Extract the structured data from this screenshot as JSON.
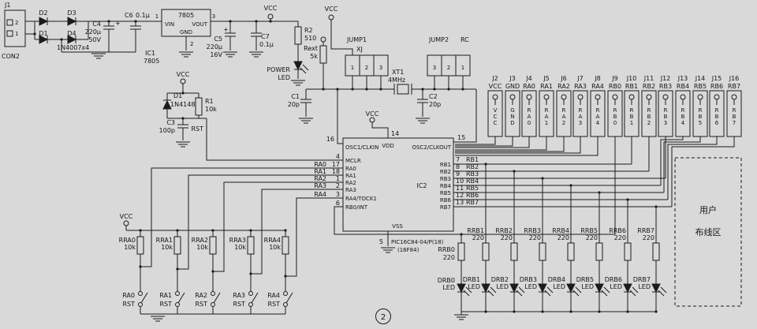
{
  "page": {
    "number": "2"
  },
  "power_supply": {
    "j1_ref": "J1",
    "j1_part": "CON2",
    "j1_pin_top": "2",
    "j1_pin_bottom": "1",
    "d2": "D2",
    "d3": "D3",
    "d1": "D1",
    "d4": "D4",
    "bridge_part": "1N4007x4",
    "c4_ref": "C4",
    "c4_value": "220μ",
    "c4_voltage": "50V",
    "c4_plus": "+",
    "c6_ref": "C6",
    "c6_value": "0.1μ",
    "reg_title": "7805",
    "reg_vin": "VIN",
    "reg_vout": "VOUT",
    "reg_gnd": "GND",
    "reg_pin1": "1",
    "reg_pin3": "3",
    "reg_pin2": "2",
    "ic1_ref": "IC1",
    "ic1_part": "7805",
    "c5_ref": "C5",
    "c5_value": "220μ",
    "c5_voltage": "16V",
    "c5_plus": "+",
    "c7_ref": "C7",
    "c7_value": "0.1μ",
    "vcc": "VCC",
    "r2_ref": "R2",
    "r2_value": "510",
    "led_line1": "POWER",
    "led_line2": "LED"
  },
  "reset": {
    "vcc": "VCC",
    "d1_ref": "D1",
    "d1_part": "1N4148",
    "r1_ref": "R1",
    "r1_value": "10k",
    "c3_ref": "C3",
    "c3_value": "100p",
    "rst": "RST"
  },
  "osc": {
    "rext_ref": "Rext",
    "rext_value": "5k",
    "vcc": "VCC",
    "jump1_ref": "JUMP1",
    "jump1_name": "XJ",
    "jump1_pins": [
      "1",
      "2",
      "3"
    ],
    "xt1_ref": "XT1",
    "xt1_value": "4MHz",
    "jump2_ref": "JUMP2",
    "jump2_name": "RC",
    "jump2_pins": [
      "3",
      "2",
      "1"
    ],
    "c1_ref": "C1",
    "c1_value": "20p",
    "c2_ref": "C2",
    "c2_value": "20p",
    "vdd_vcc": "VCC",
    "vdd_pin": "14",
    "osc1_pin": "16",
    "osc2_pin": "15"
  },
  "ic2": {
    "ref": "IC2",
    "part": "PIC16C84-04/P(18)",
    "part_alt": "(16F84)",
    "osc1": "OSC1/CLKIN",
    "vdd": "VDD",
    "osc2": "OSC2/CLKOUT",
    "vss": "VSS",
    "vss_pin": "5",
    "left_pins": [
      {
        "num": "4",
        "name": "MCLR",
        "wire": ""
      },
      {
        "num": "17",
        "name": "RA0",
        "wire": "RA0"
      },
      {
        "num": "18",
        "name": "RA1",
        "wire": "RA1"
      },
      {
        "num": "1",
        "name": "RA2",
        "wire": "RA2"
      },
      {
        "num": "2",
        "name": "RA3",
        "wire": "RA3"
      },
      {
        "num": "3",
        "name": "RA4/TOCK1",
        "wire": "RA4"
      },
      {
        "num": "6",
        "name": "RB0/INT",
        "wire": ""
      }
    ],
    "right_pins": [
      {
        "num": "7",
        "name": "RB1",
        "wire": "RB1"
      },
      {
        "num": "8",
        "name": "RB2",
        "wire": "RB2"
      },
      {
        "num": "9",
        "name": "RB3",
        "wire": "RB3"
      },
      {
        "num": "10",
        "name": "RB4",
        "wire": "RB4"
      },
      {
        "num": "11",
        "name": "RB5",
        "wire": "RB5"
      },
      {
        "num": "12",
        "name": "RB6",
        "wire": "RB6"
      },
      {
        "num": "13",
        "name": "RB7",
        "wire": "RB7"
      }
    ]
  },
  "connectors": [
    {
      "ref": "J2",
      "signal": "VCC"
    },
    {
      "ref": "J3",
      "signal": "GND"
    },
    {
      "ref": "J4",
      "signal": "RA0"
    },
    {
      "ref": "J5",
      "signal": "RA1"
    },
    {
      "ref": "J6",
      "signal": "RA2"
    },
    {
      "ref": "J7",
      "signal": "RA3"
    },
    {
      "ref": "J8",
      "signal": "RA4"
    },
    {
      "ref": "J9",
      "signal": "RB0"
    },
    {
      "ref": "J10",
      "signal": "RB1"
    },
    {
      "ref": "J11",
      "signal": "RB2"
    },
    {
      "ref": "J12",
      "signal": "RB3"
    },
    {
      "ref": "J13",
      "signal": "RB4"
    },
    {
      "ref": "J14",
      "signal": "RB5"
    },
    {
      "ref": "J15",
      "signal": "RB6"
    },
    {
      "ref": "J16",
      "signal": "RB7"
    }
  ],
  "pullups": {
    "vcc": "VCC",
    "items": [
      {
        "ref": "RRA0",
        "value": "10k"
      },
      {
        "ref": "RRA1",
        "value": "10k"
      },
      {
        "ref": "RRA2",
        "value": "10k"
      },
      {
        "ref": "RRA3",
        "value": "10k"
      },
      {
        "ref": "RRA4",
        "value": "10k"
      }
    ]
  },
  "switches": [
    {
      "line1": "RA0",
      "line2": "RST"
    },
    {
      "line1": "RA1",
      "line2": "RST"
    },
    {
      "line1": "RA2",
      "line2": "RST"
    },
    {
      "line1": "RA3",
      "line2": "RST"
    },
    {
      "line1": "RA4",
      "line2": "RST"
    }
  ],
  "rb0_resistor": {
    "ref": "RRB0",
    "value": "220"
  },
  "rb0_led": {
    "ref": "DRB0",
    "label": "LED"
  },
  "rb_resistors": [
    {
      "ref": "RRB1",
      "value": "220"
    },
    {
      "ref": "RRB2",
      "value": "220"
    },
    {
      "ref": "RRB3",
      "value": "220"
    },
    {
      "ref": "RRB4",
      "value": "220"
    },
    {
      "ref": "RRB5",
      "value": "220"
    },
    {
      "ref": "RRB6",
      "value": "220"
    },
    {
      "ref": "RRB7",
      "value": "220"
    }
  ],
  "rb_leds": [
    {
      "ref": "DRB1",
      "label": "LED"
    },
    {
      "ref": "DRB2",
      "label": "LED"
    },
    {
      "ref": "DRB3",
      "label": "LED"
    },
    {
      "ref": "DRB4",
      "label": "LED"
    },
    {
      "ref": "DRB5",
      "label": "LED"
    },
    {
      "ref": "DRB6",
      "label": "LED"
    },
    {
      "ref": "DRB7",
      "label": "LED"
    }
  ],
  "user_area": {
    "line1": "用户",
    "line2": "布线区"
  }
}
